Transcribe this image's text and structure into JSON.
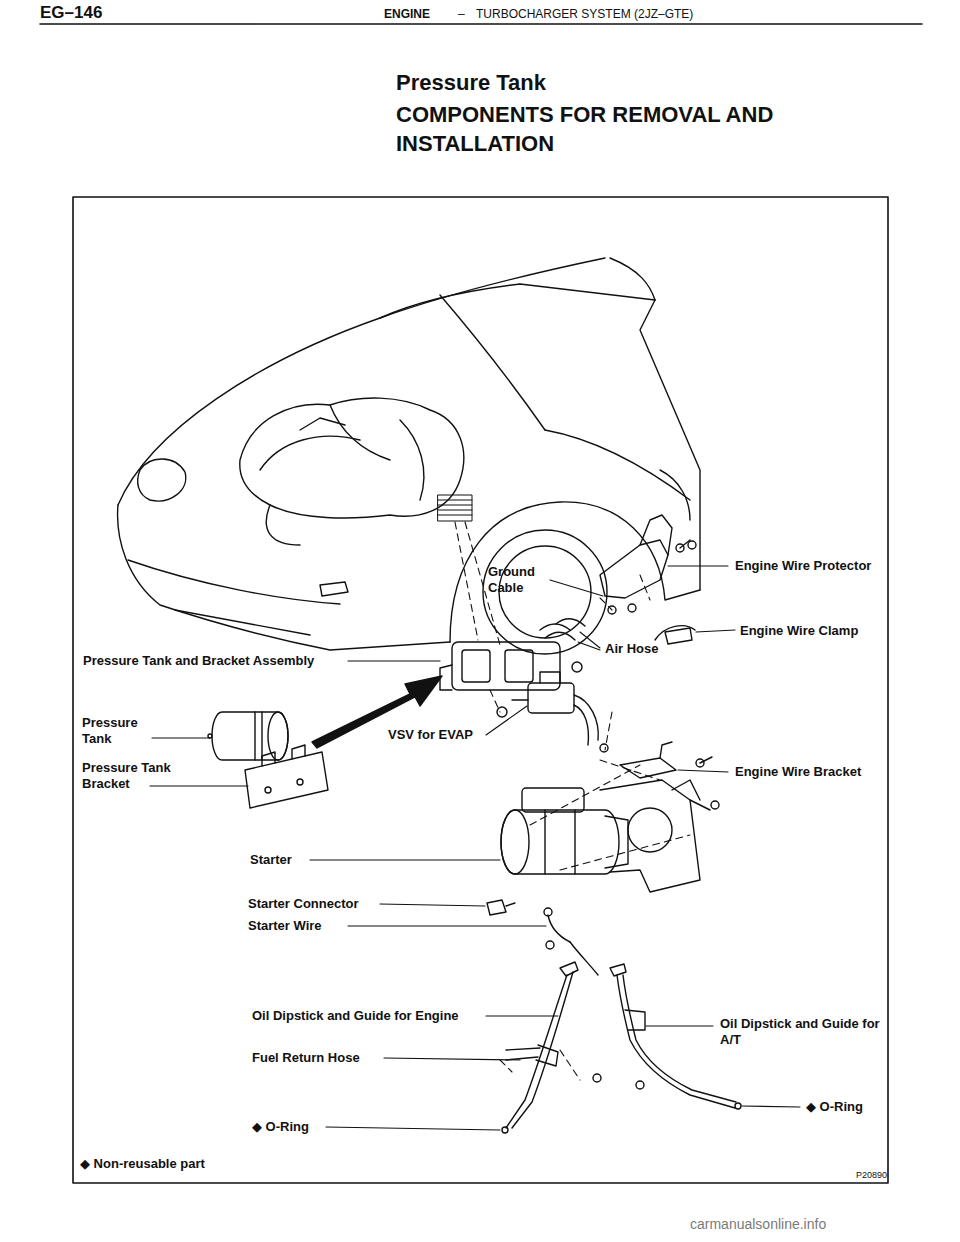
{
  "diagram": {
    "title": "Pressure Tank",
    "labels": [
      "EG–146",
      "ENGINE",
      "–",
      "TURBOCHARGER SYSTEM (2JZ–GTE)",
      "COMPONENTS FOR REMOVAL AND INSTALLATION",
      "Engine Wire Protector",
      "Ground Cable",
      "Air Hose",
      "Engine Wire Clamp",
      "Pressure Tank and Bracket Assembly",
      "Pressure Tank",
      "VSV for EVAP",
      "Pressure Tank Bracket",
      "Engine Wire Bracket",
      "Starter",
      "Starter Connector",
      "Starter Wire",
      "Oil Dipstick and Guide for Engine",
      "Oil Dipstick and Guide for A/T",
      "Fuel Return Hose",
      "◆ O-Ring",
      "◆ O-Ring",
      "◆ Non-reusable part",
      "P20890",
      "carmanualsonline.info"
    ]
  }
}
